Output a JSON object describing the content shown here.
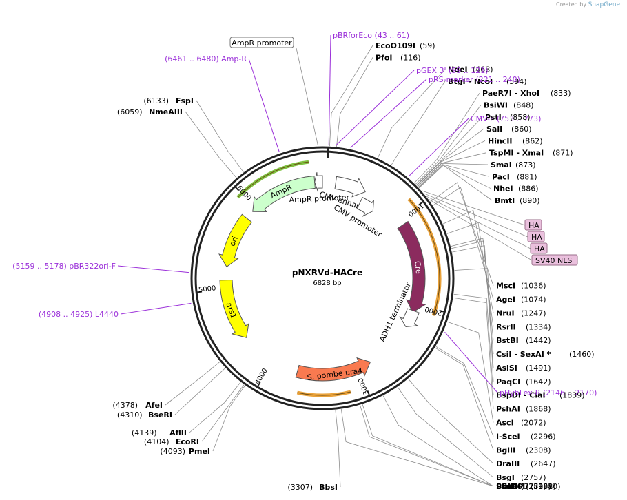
{
  "credit": {
    "prefix": "Created by",
    "brand": "SnapGene"
  },
  "plasmid": {
    "name": "pNXRVd-HACre",
    "length_label": "6828 bp",
    "length": 6828
  },
  "ticks": [
    {
      "pos": 1000,
      "label": "1000"
    },
    {
      "pos": 2000,
      "label": "2000"
    },
    {
      "pos": 3000,
      "label": "3000"
    },
    {
      "pos": 4000,
      "label": "4000"
    },
    {
      "pos": 5000,
      "label": "5000"
    },
    {
      "pos": 6000,
      "label": "6000"
    }
  ],
  "features": [
    {
      "name": "Cre",
      "start": 1070,
      "end": 2100,
      "color": "#8b2b5e",
      "track": "inner",
      "dir": 1,
      "text_color": "#ffffff"
    },
    {
      "name": "CMV enhancer",
      "start": 150,
      "end": 500,
      "color": "#ffffff",
      "track": "inner",
      "dir": 1
    },
    {
      "name": "CMV promoter",
      "start": 500,
      "end": 700,
      "color": "#ffffff",
      "track": "inner2",
      "dir": 1
    },
    {
      "name": "ADH1 terminator",
      "start": 2080,
      "end": 2280,
      "color": "#ffffff",
      "track": "inner",
      "dir": 1
    },
    {
      "name": "S. pombe ura4",
      "start": 2850,
      "end": 3700,
      "color": "#f97a50",
      "track": "inner",
      "dir": -1
    },
    {
      "name": "ars1",
      "start": 4400,
      "end": 5100,
      "color": "#ffff00",
      "track": "inner",
      "dir": -1
    },
    {
      "name": "ori",
      "start": 5250,
      "end": 5850,
      "color": "#ffff00",
      "track": "inner",
      "dir": -1
    },
    {
      "name": "AmpR",
      "start": 5950,
      "end": 6740,
      "color": "#ccffcc",
      "track": "inner",
      "dir": -1
    },
    {
      "name": "AmpR promoter",
      "start": 6740,
      "end": 6828,
      "color": "#ffffff",
      "track": "inner",
      "dir": -1
    }
  ],
  "primer_arcs": [
    {
      "start": 2060,
      "end": 900,
      "color": "#e9a23b"
    },
    {
      "start": 3150,
      "end": 3650,
      "color": "#e9a23b"
    },
    {
      "start": 5950,
      "end": 6700,
      "color": "#7fc241"
    }
  ],
  "enzymes_right": [
    {
      "name": "EcoO109I",
      "pos_label": "(59)",
      "bp": 59
    },
    {
      "name": "PfoI",
      "pos_label": "(116)",
      "bp": 116
    },
    {
      "name": "NdeI",
      "pos_label": "(468)",
      "bp": 468
    },
    {
      "name": "BtgI - NcoI",
      "pos_label": "(594)",
      "bp": 594
    },
    {
      "name": "PaeR7I - XhoI",
      "pos_label": "(833)",
      "bp": 833
    },
    {
      "name": "BsiWI",
      "pos_label": "(848)",
      "bp": 848
    },
    {
      "name": "PstI",
      "pos_label": "(858)",
      "bp": 858
    },
    {
      "name": "SalI",
      "pos_label": "(860)",
      "bp": 860
    },
    {
      "name": "HincII",
      "pos_label": "(862)",
      "bp": 862
    },
    {
      "name": "TspMI - XmaI",
      "pos_label": "(871)",
      "bp": 871
    },
    {
      "name": "SmaI",
      "pos_label": "(873)",
      "bp": 873
    },
    {
      "name": "PacI",
      "pos_label": "(881)",
      "bp": 881
    },
    {
      "name": "NheI",
      "pos_label": "(886)",
      "bp": 886
    },
    {
      "name": "BmtI",
      "pos_label": "(890)",
      "bp": 890
    },
    {
      "name": "MscI",
      "pos_label": "(1036)",
      "bp": 1036
    },
    {
      "name": "AgeI",
      "pos_label": "(1074)",
      "bp": 1074
    },
    {
      "name": "NruI",
      "pos_label": "(1247)",
      "bp": 1247
    },
    {
      "name": "RsrII",
      "pos_label": "(1334)",
      "bp": 1334
    },
    {
      "name": "BstBI",
      "pos_label": "(1442)",
      "bp": 1442
    },
    {
      "name": "CsiI - SexAI *",
      "pos_label": "(1460)",
      "bp": 1460
    },
    {
      "name": "AsiSI",
      "pos_label": "(1491)",
      "bp": 1491
    },
    {
      "name": "PaqCI",
      "pos_label": "(1642)",
      "bp": 1642
    },
    {
      "name": "BspDI - ClaI",
      "pos_label": "(1839)",
      "bp": 1839
    },
    {
      "name": "PshAI",
      "pos_label": "(1868)",
      "bp": 1868
    },
    {
      "name": "AscI",
      "pos_label": "(2072)",
      "bp": 2072
    },
    {
      "name": "I-SceI",
      "pos_label": "(2296)",
      "bp": 2296
    },
    {
      "name": "BglII",
      "pos_label": "(2308)",
      "bp": 2308
    },
    {
      "name": "DraIII",
      "pos_label": "(2647)",
      "bp": 2647
    },
    {
      "name": "BsgI",
      "pos_label": "(2757)",
      "bp": 2757
    },
    {
      "name": "BbvCI",
      "pos_label": "(2896)",
      "bp": 2896
    },
    {
      "name": "PflMI *",
      "pos_label": "(3080)",
      "bp": 3080
    },
    {
      "name": "Bsu36I",
      "pos_label": "(3101)",
      "bp": 3101
    },
    {
      "name": "StuI",
      "pos_label": "(3259)",
      "bp": 3259
    }
  ],
  "enzymes_left": [
    {
      "name": "FspI",
      "pos_label": "(6133)",
      "bp": 6133
    },
    {
      "name": "NmeAIII",
      "pos_label": "(6059)",
      "bp": 6059
    },
    {
      "name": "AfeI",
      "pos_label": "(4378)",
      "bp": 4378
    },
    {
      "name": "BseRI",
      "pos_label": "(4310)",
      "bp": 4310
    },
    {
      "name": "AflII",
      "pos_label": "(4139)",
      "bp": 4139
    },
    {
      "name": "EcoRI",
      "pos_label": "(4104)",
      "bp": 4104
    },
    {
      "name": "PmeI",
      "pos_label": "(4093)",
      "bp": 4093
    },
    {
      "name": "BbsI",
      "pos_label": "(3307)",
      "bp": 3307
    }
  ],
  "primers": [
    {
      "label": "pBRforEco   (43 .. 61)",
      "bp": 52
    },
    {
      "label": "pGEX 3'   (99 .. 121)",
      "bp": 110
    },
    {
      "label": "pRS-marker   (221 .. 240)",
      "bp": 230
    },
    {
      "label": "CMV-F   (753 .. 773)",
      "bp": 763
    },
    {
      "label": "pHybLex-R   (2146 .. 2170)",
      "bp": 2158
    },
    {
      "label": "(5159 .. 5178)  pBR322ori-F",
      "bp": 5168
    },
    {
      "label": "(4908 .. 4925)  L4440",
      "bp": 4916
    },
    {
      "label": "(6461 .. 6480)  Amp-R",
      "bp": 6470
    }
  ],
  "tags": [
    {
      "label": "HA",
      "bp": 920
    },
    {
      "label": "HA",
      "bp": 950
    },
    {
      "label": "HA",
      "bp": 980
    },
    {
      "label": "SV40 NLS",
      "bp": 1010
    }
  ],
  "boxed_label": {
    "label": "AmpR promoter",
    "bp": 6790
  }
}
